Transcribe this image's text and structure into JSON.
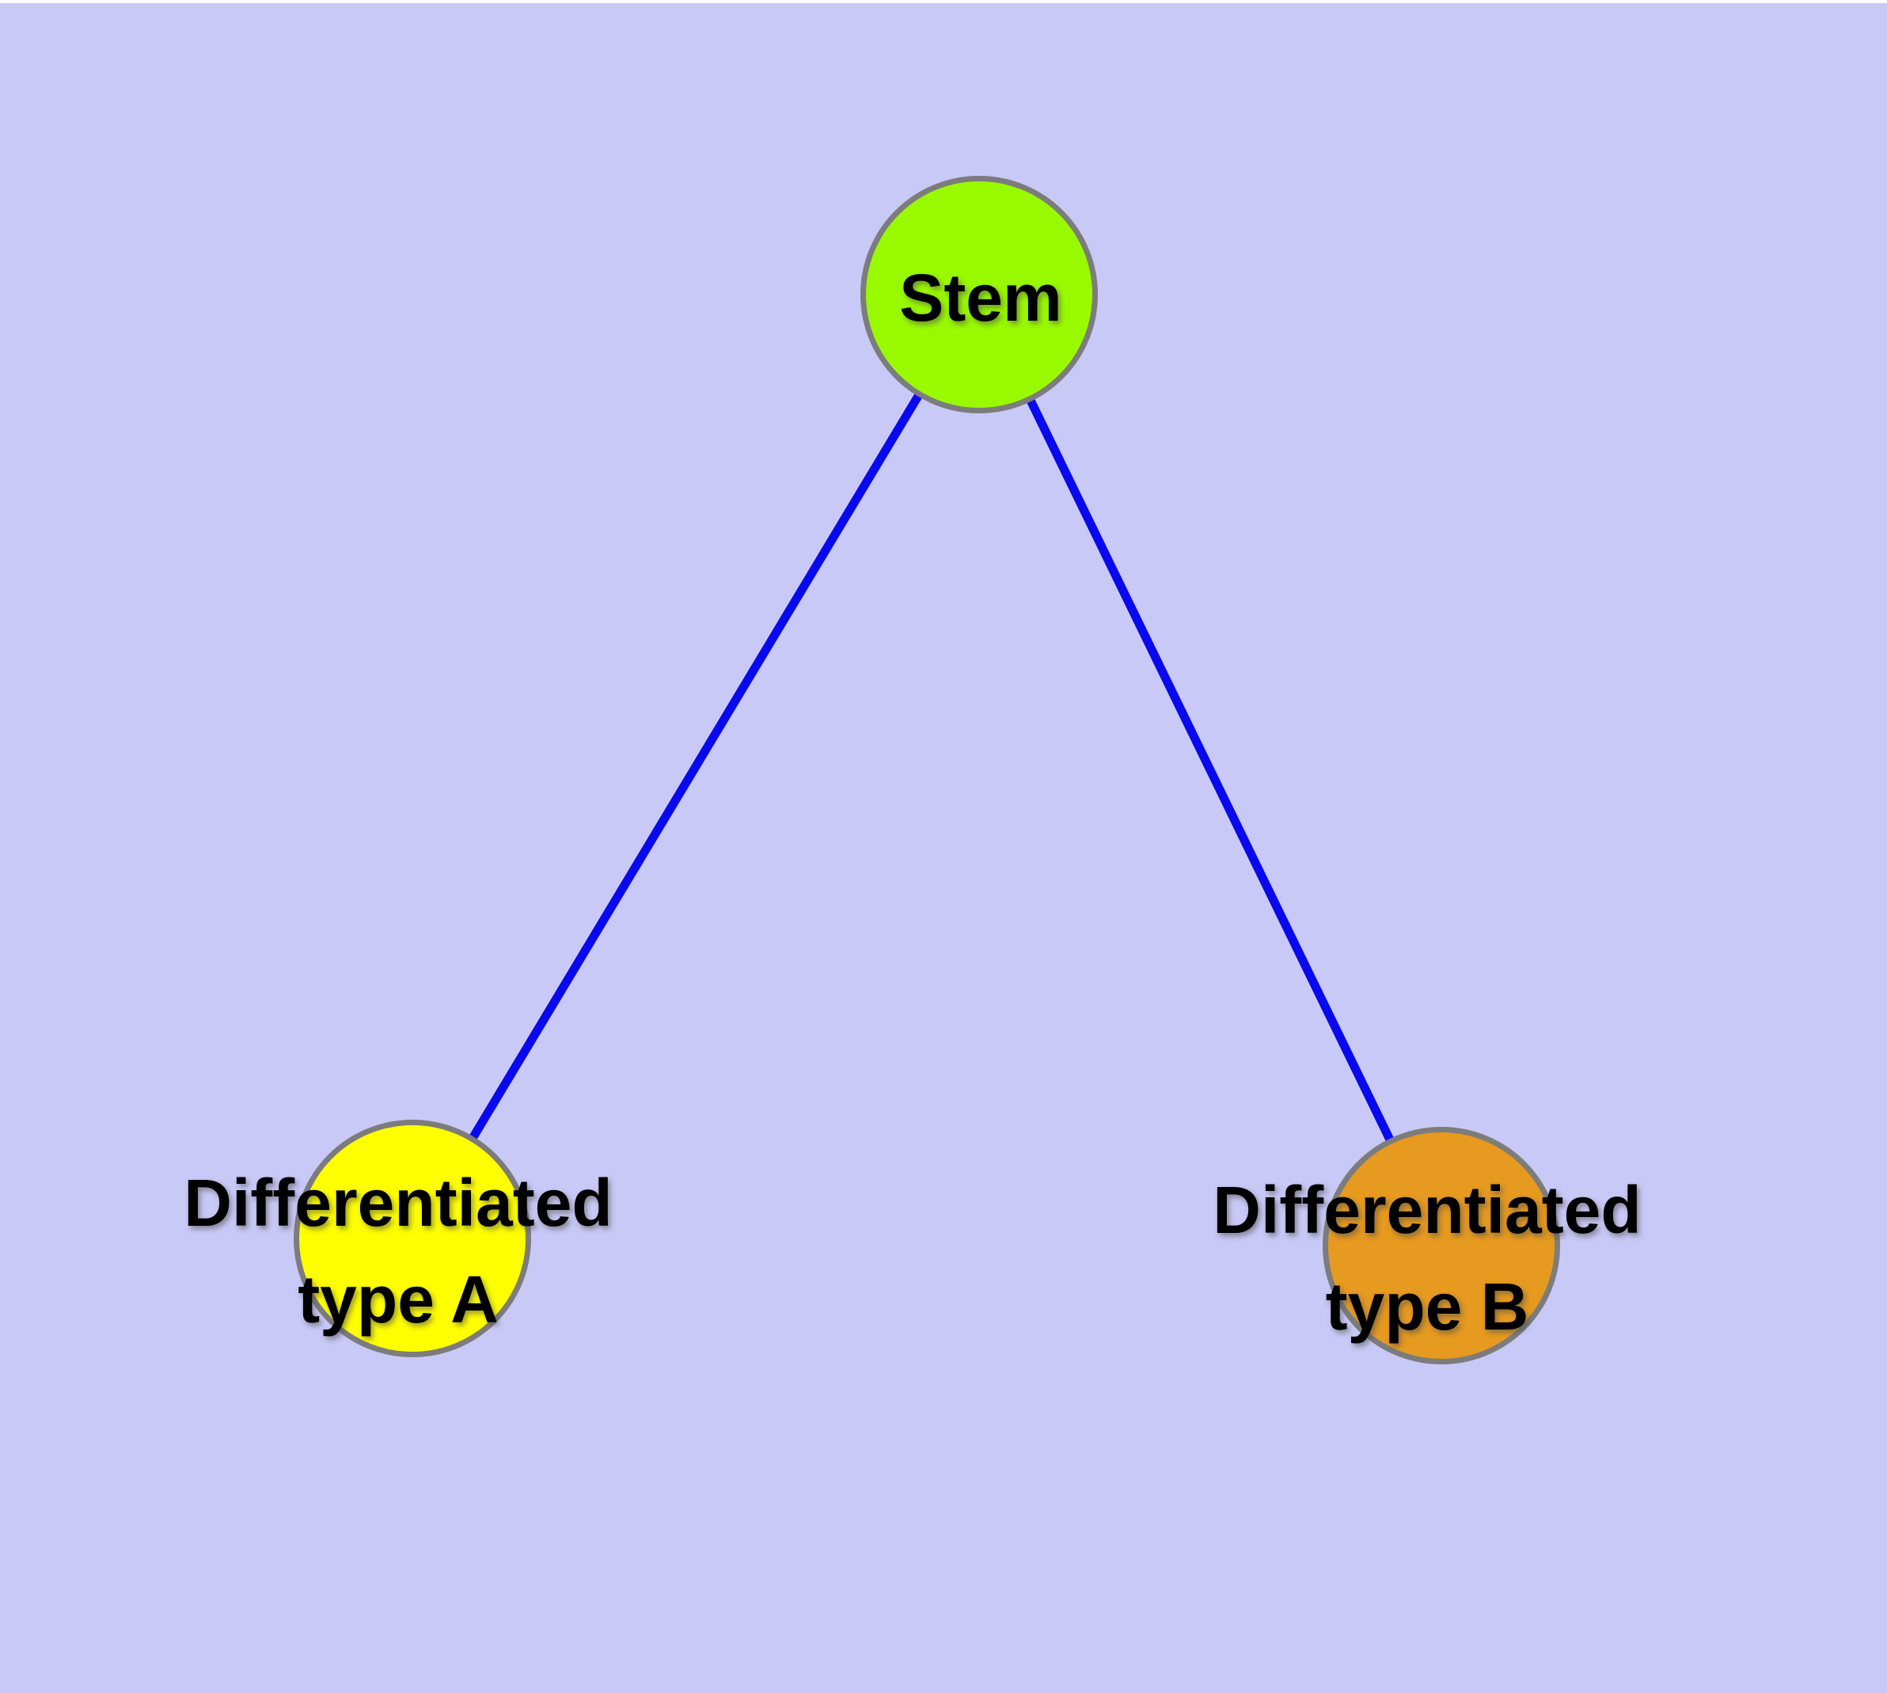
{
  "diagram": {
    "background_color": "#c9c9f7",
    "top_strip_color": "#ffffff",
    "edge_color": "#0909ee",
    "node_border_color": "#7c7c7c",
    "label_color": "#000000",
    "nodes": [
      {
        "id": "stem",
        "label": "Stem",
        "fill": "#99fa00"
      },
      {
        "id": "differentiated-type-a",
        "label": "Differentiated type A",
        "label_line1": "Differentiated",
        "label_line2": "type A",
        "fill": "#ffff00"
      },
      {
        "id": "differentiated-type-b",
        "label": "Differentiated type B",
        "label_line1": "Differentiated",
        "label_line2": "type B",
        "fill": "#e69a1f"
      }
    ],
    "edges": [
      {
        "from": "Stem",
        "to": "Differentiated type A"
      },
      {
        "from": "Stem",
        "to": "Differentiated type B"
      }
    ]
  }
}
